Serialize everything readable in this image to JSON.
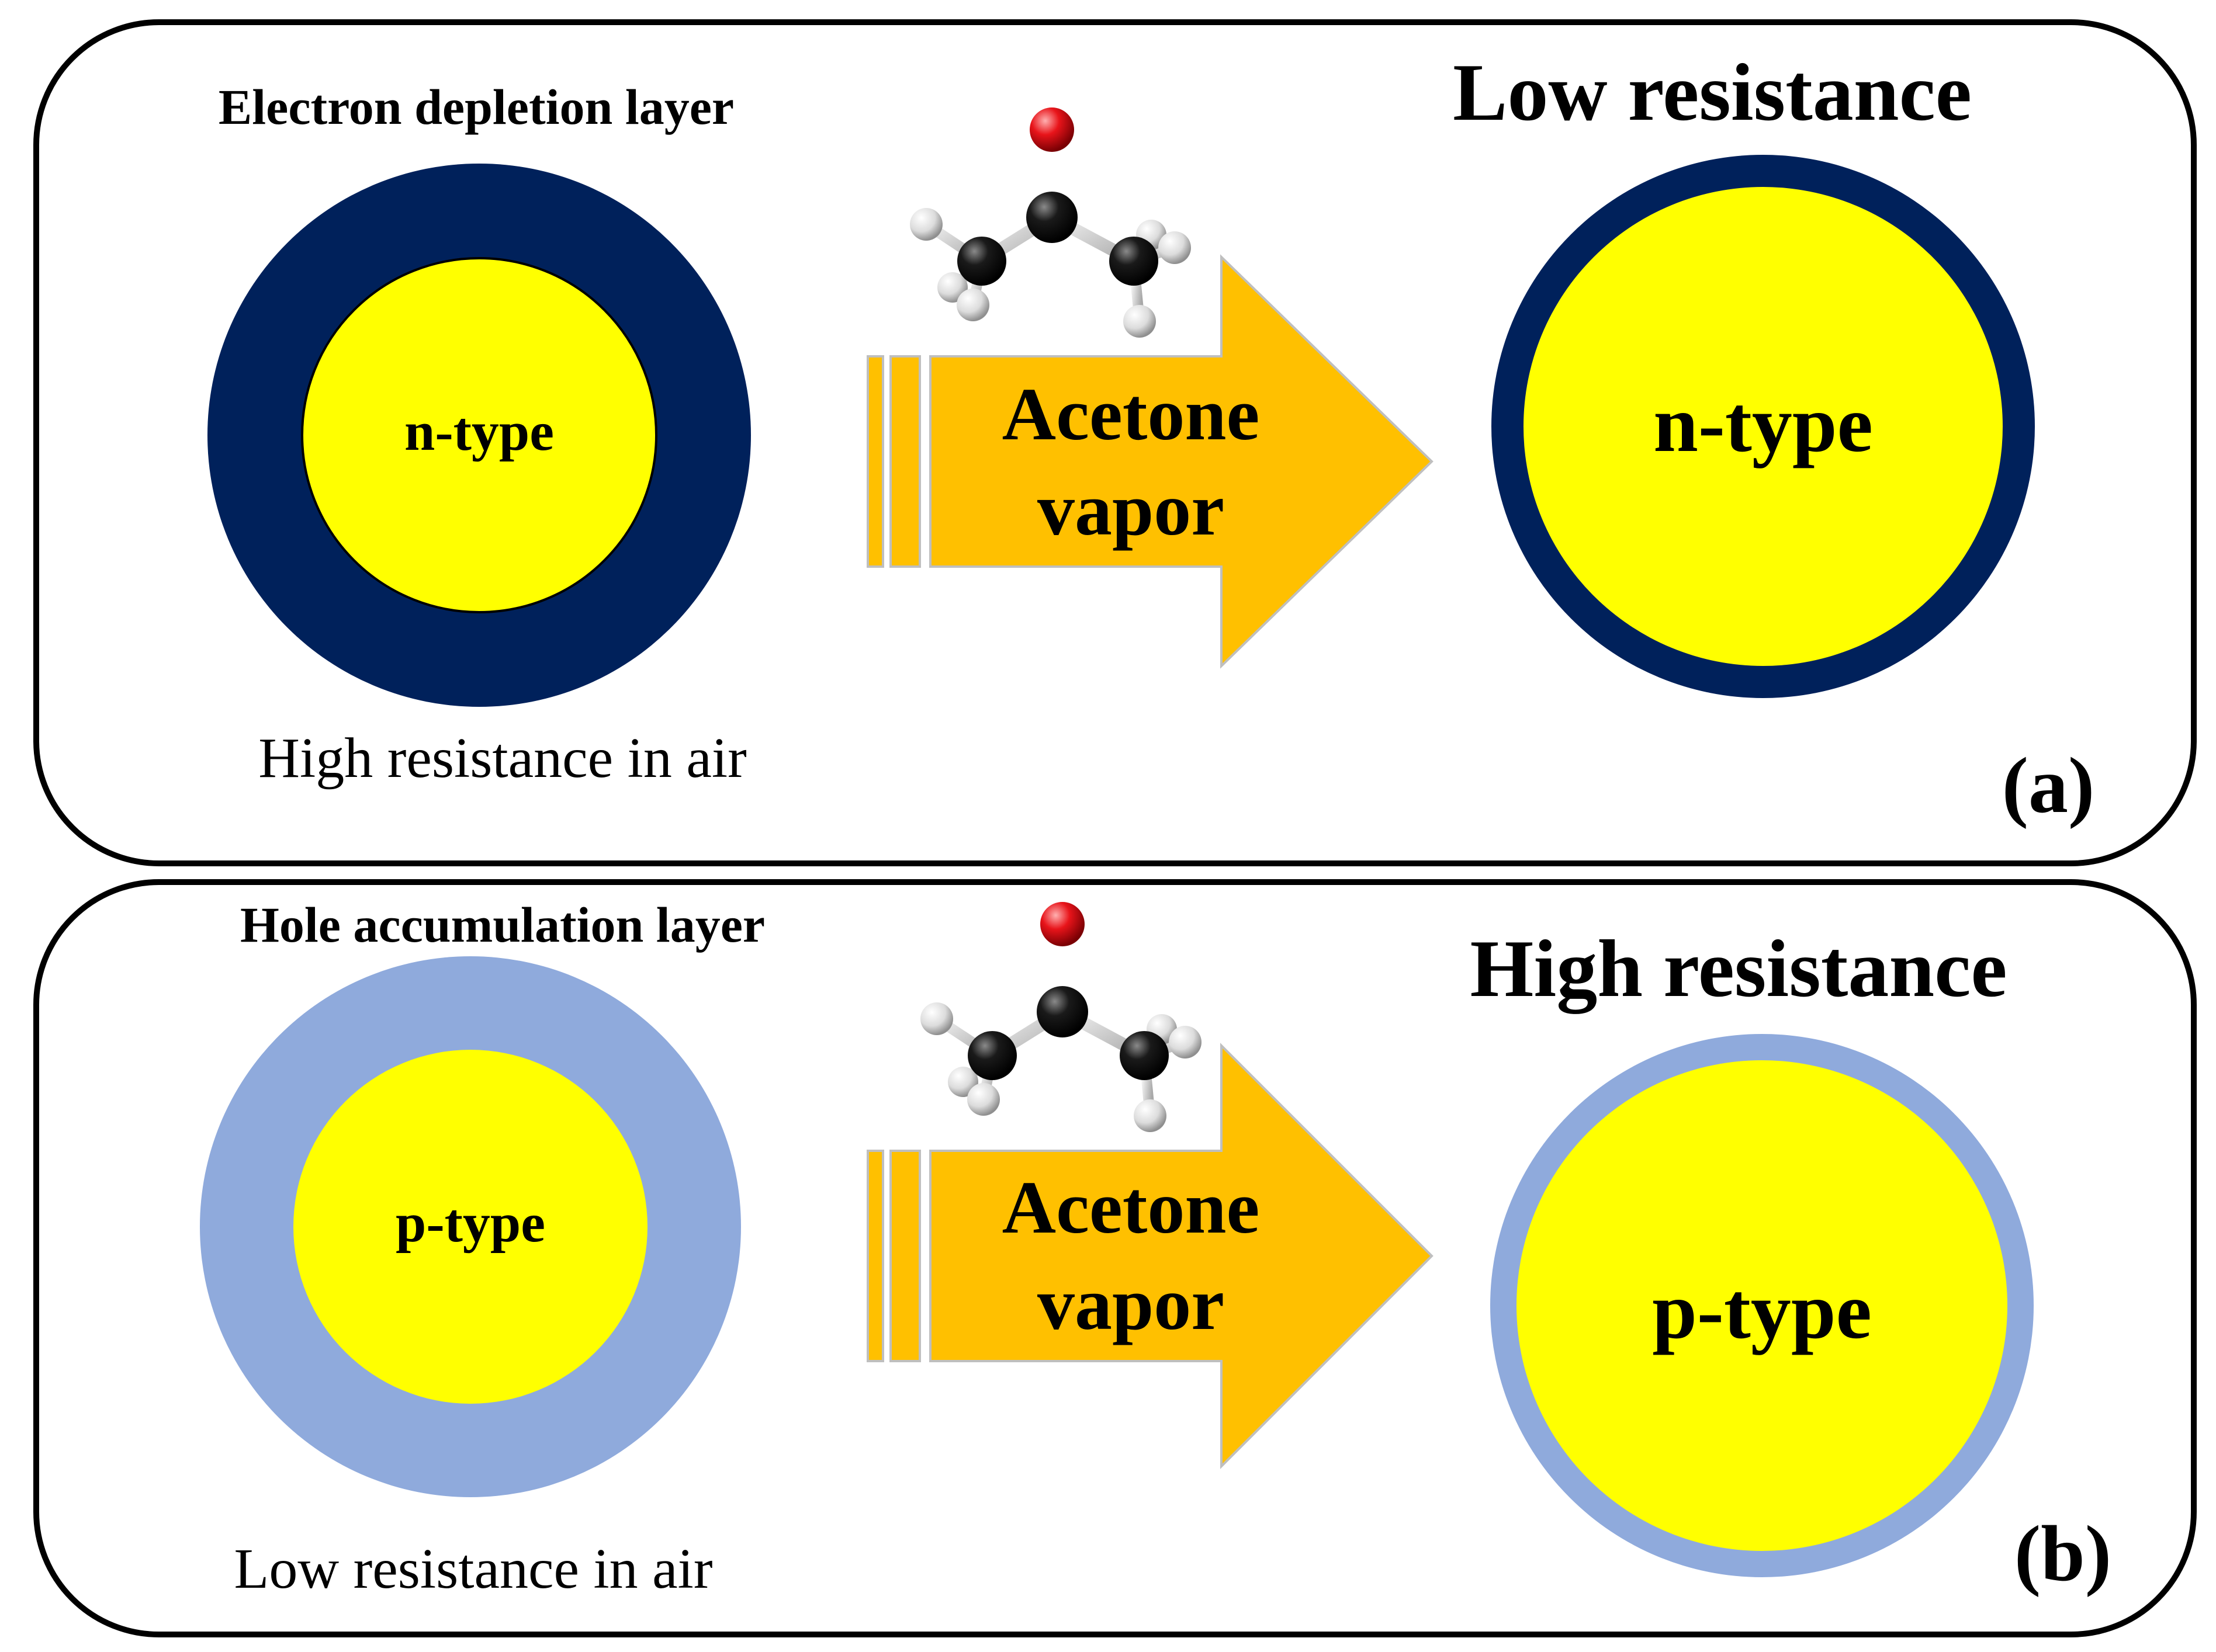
{
  "panels": [
    {
      "id": "a",
      "layer_label": "Electron depletion layer",
      "air_label": "High resistance in air",
      "result_label": "Low resistance",
      "core_label": "n-type",
      "result_core_label": "n-type",
      "arrow_label_line1": "Acetone",
      "arrow_label_line2": "vapor",
      "panel_label": "(a)",
      "shell_color": "#00215B"
    },
    {
      "id": "b",
      "layer_label": "Hole accumulation layer",
      "air_label": "Low resistance in air",
      "result_label": "High resistance",
      "core_label": "p-type",
      "result_core_label": "p-type",
      "arrow_label_line1": "Acetone",
      "arrow_label_line2": "vapor",
      "panel_label": "(b)",
      "shell_color": "#8FAADC"
    }
  ],
  "colors": {
    "core": "#FFFF00",
    "arrow": "#FFC000",
    "arrow_stroke": "#BFBFBF",
    "panel_border": "#000000",
    "oxygen_atom": "#E8141A",
    "carbon_atom": "#111111",
    "hydrogen_atom": "#EDEDED",
    "bond": "#D0D0D0"
  },
  "icons": {
    "molecule": "acetone-molecule-icon"
  }
}
